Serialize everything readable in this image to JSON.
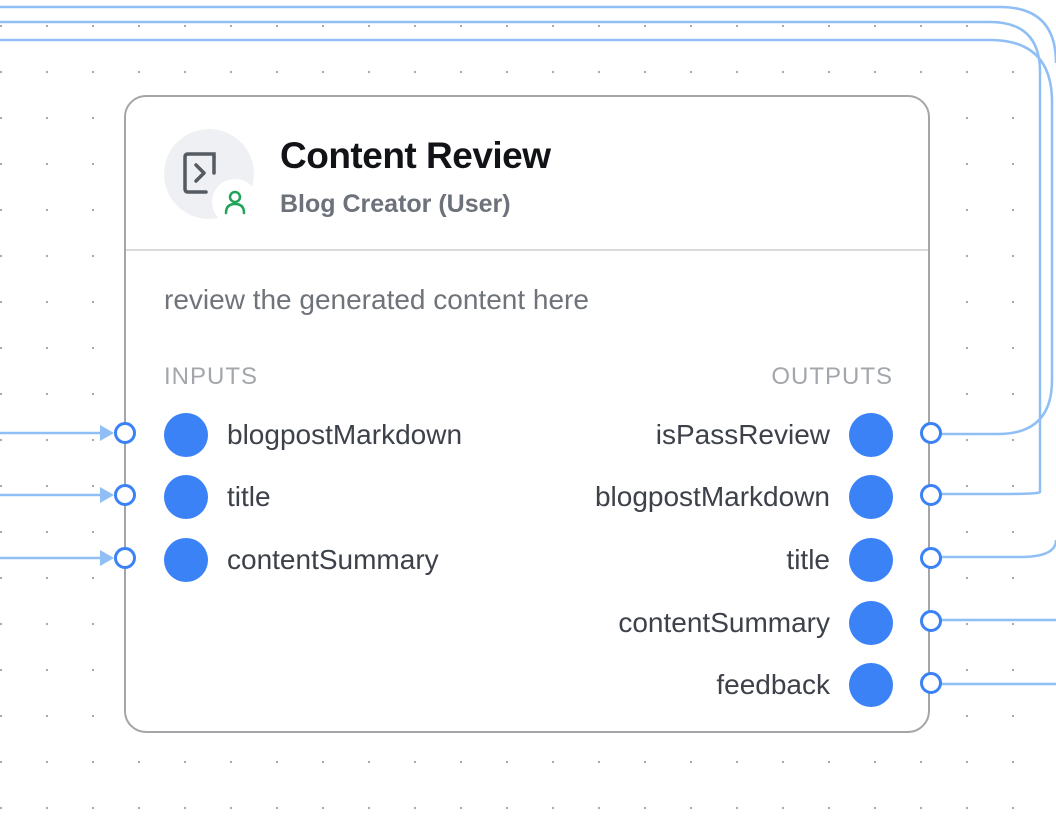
{
  "node": {
    "title": "Content Review",
    "subtitle": "Blog Creator (User)",
    "icon": "terminal-prompt-icon",
    "badge_icon": "user-icon",
    "description": "review the generated content here",
    "inputs_label": "INPUTS",
    "outputs_label": "OUTPUTS",
    "inputs": [
      {
        "name": "blogpostMarkdown"
      },
      {
        "name": "title"
      },
      {
        "name": "contentSummary"
      }
    ],
    "outputs": [
      {
        "name": "isPassReview"
      },
      {
        "name": "blogpostMarkdown"
      },
      {
        "name": "title"
      },
      {
        "name": "contentSummary"
      },
      {
        "name": "feedback"
      }
    ]
  },
  "colors": {
    "port": "#3b82f6",
    "edge": "#93c5fd",
    "badge": "#22a35a"
  }
}
